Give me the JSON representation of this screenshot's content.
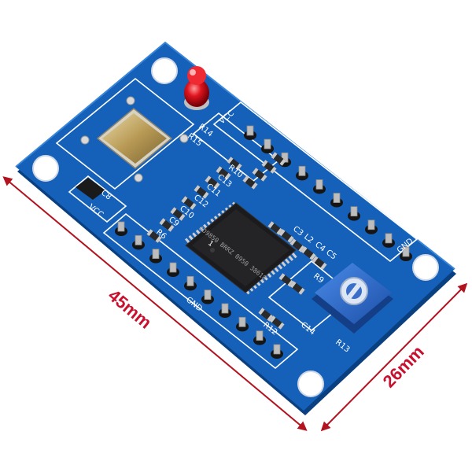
{
  "dimensions": {
    "length": "45mm",
    "width": "26mm",
    "arrow_color": "#b3121f"
  },
  "board": {
    "pcb_color": "#1560b8",
    "silkscreen_color": "#ffffff",
    "chip_marking": "AD9850 BRRZ 0950 38618",
    "labels": {
      "vcc_top": "VCC",
      "gnd_top": "GND",
      "vcc_left": "VCC",
      "gnd_bottom": "GND",
      "r14": "R14",
      "r15": "R15",
      "r13": "R13",
      "r12": "R12",
      "r10": "R10",
      "r9": "R9",
      "r6": "R6",
      "c8": "C8",
      "c9": "C9",
      "c10": "C10",
      "c11": "C11",
      "c12": "C12",
      "c13": "C13",
      "c14": "C14",
      "c3": "C3",
      "c4": "C4",
      "c5": "C5",
      "l2": "L2",
      "u1": "1"
    },
    "led_color": "#e0141e",
    "pot_color": "#2a6fd6"
  }
}
